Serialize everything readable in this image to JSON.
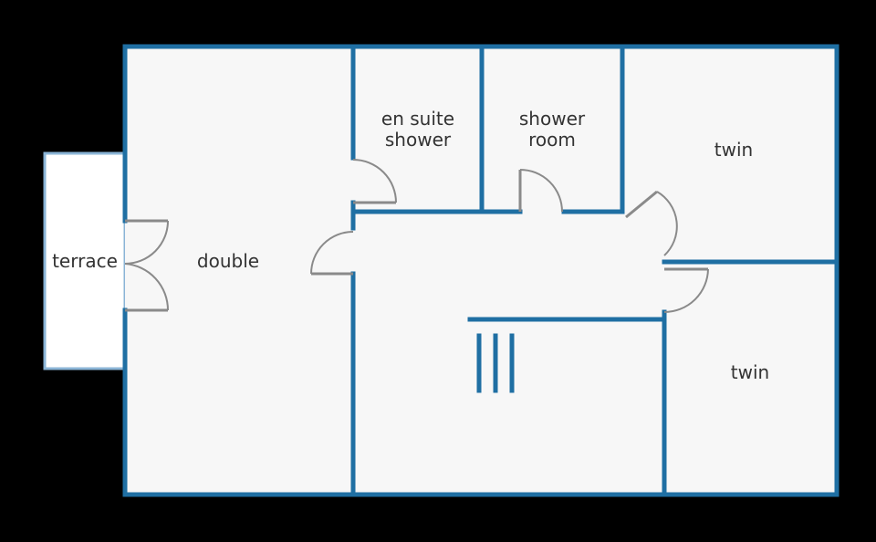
{
  "colors": {
    "background": "#000000",
    "floor": "#f7f7f7",
    "wall": "#1f6fa3",
    "terrace_border": "#8ab4d6",
    "door": "#8a8a8a",
    "text": "#333333"
  },
  "rooms": {
    "terrace": "terrace",
    "double": "double",
    "en_suite_line1": "en suite",
    "en_suite_line2": "shower",
    "shower_room_line1": "shower",
    "shower_room_line2": "room",
    "twin_upper": "twin",
    "twin_lower": "twin"
  },
  "icons": {
    "stairs": "stairs-icon"
  }
}
